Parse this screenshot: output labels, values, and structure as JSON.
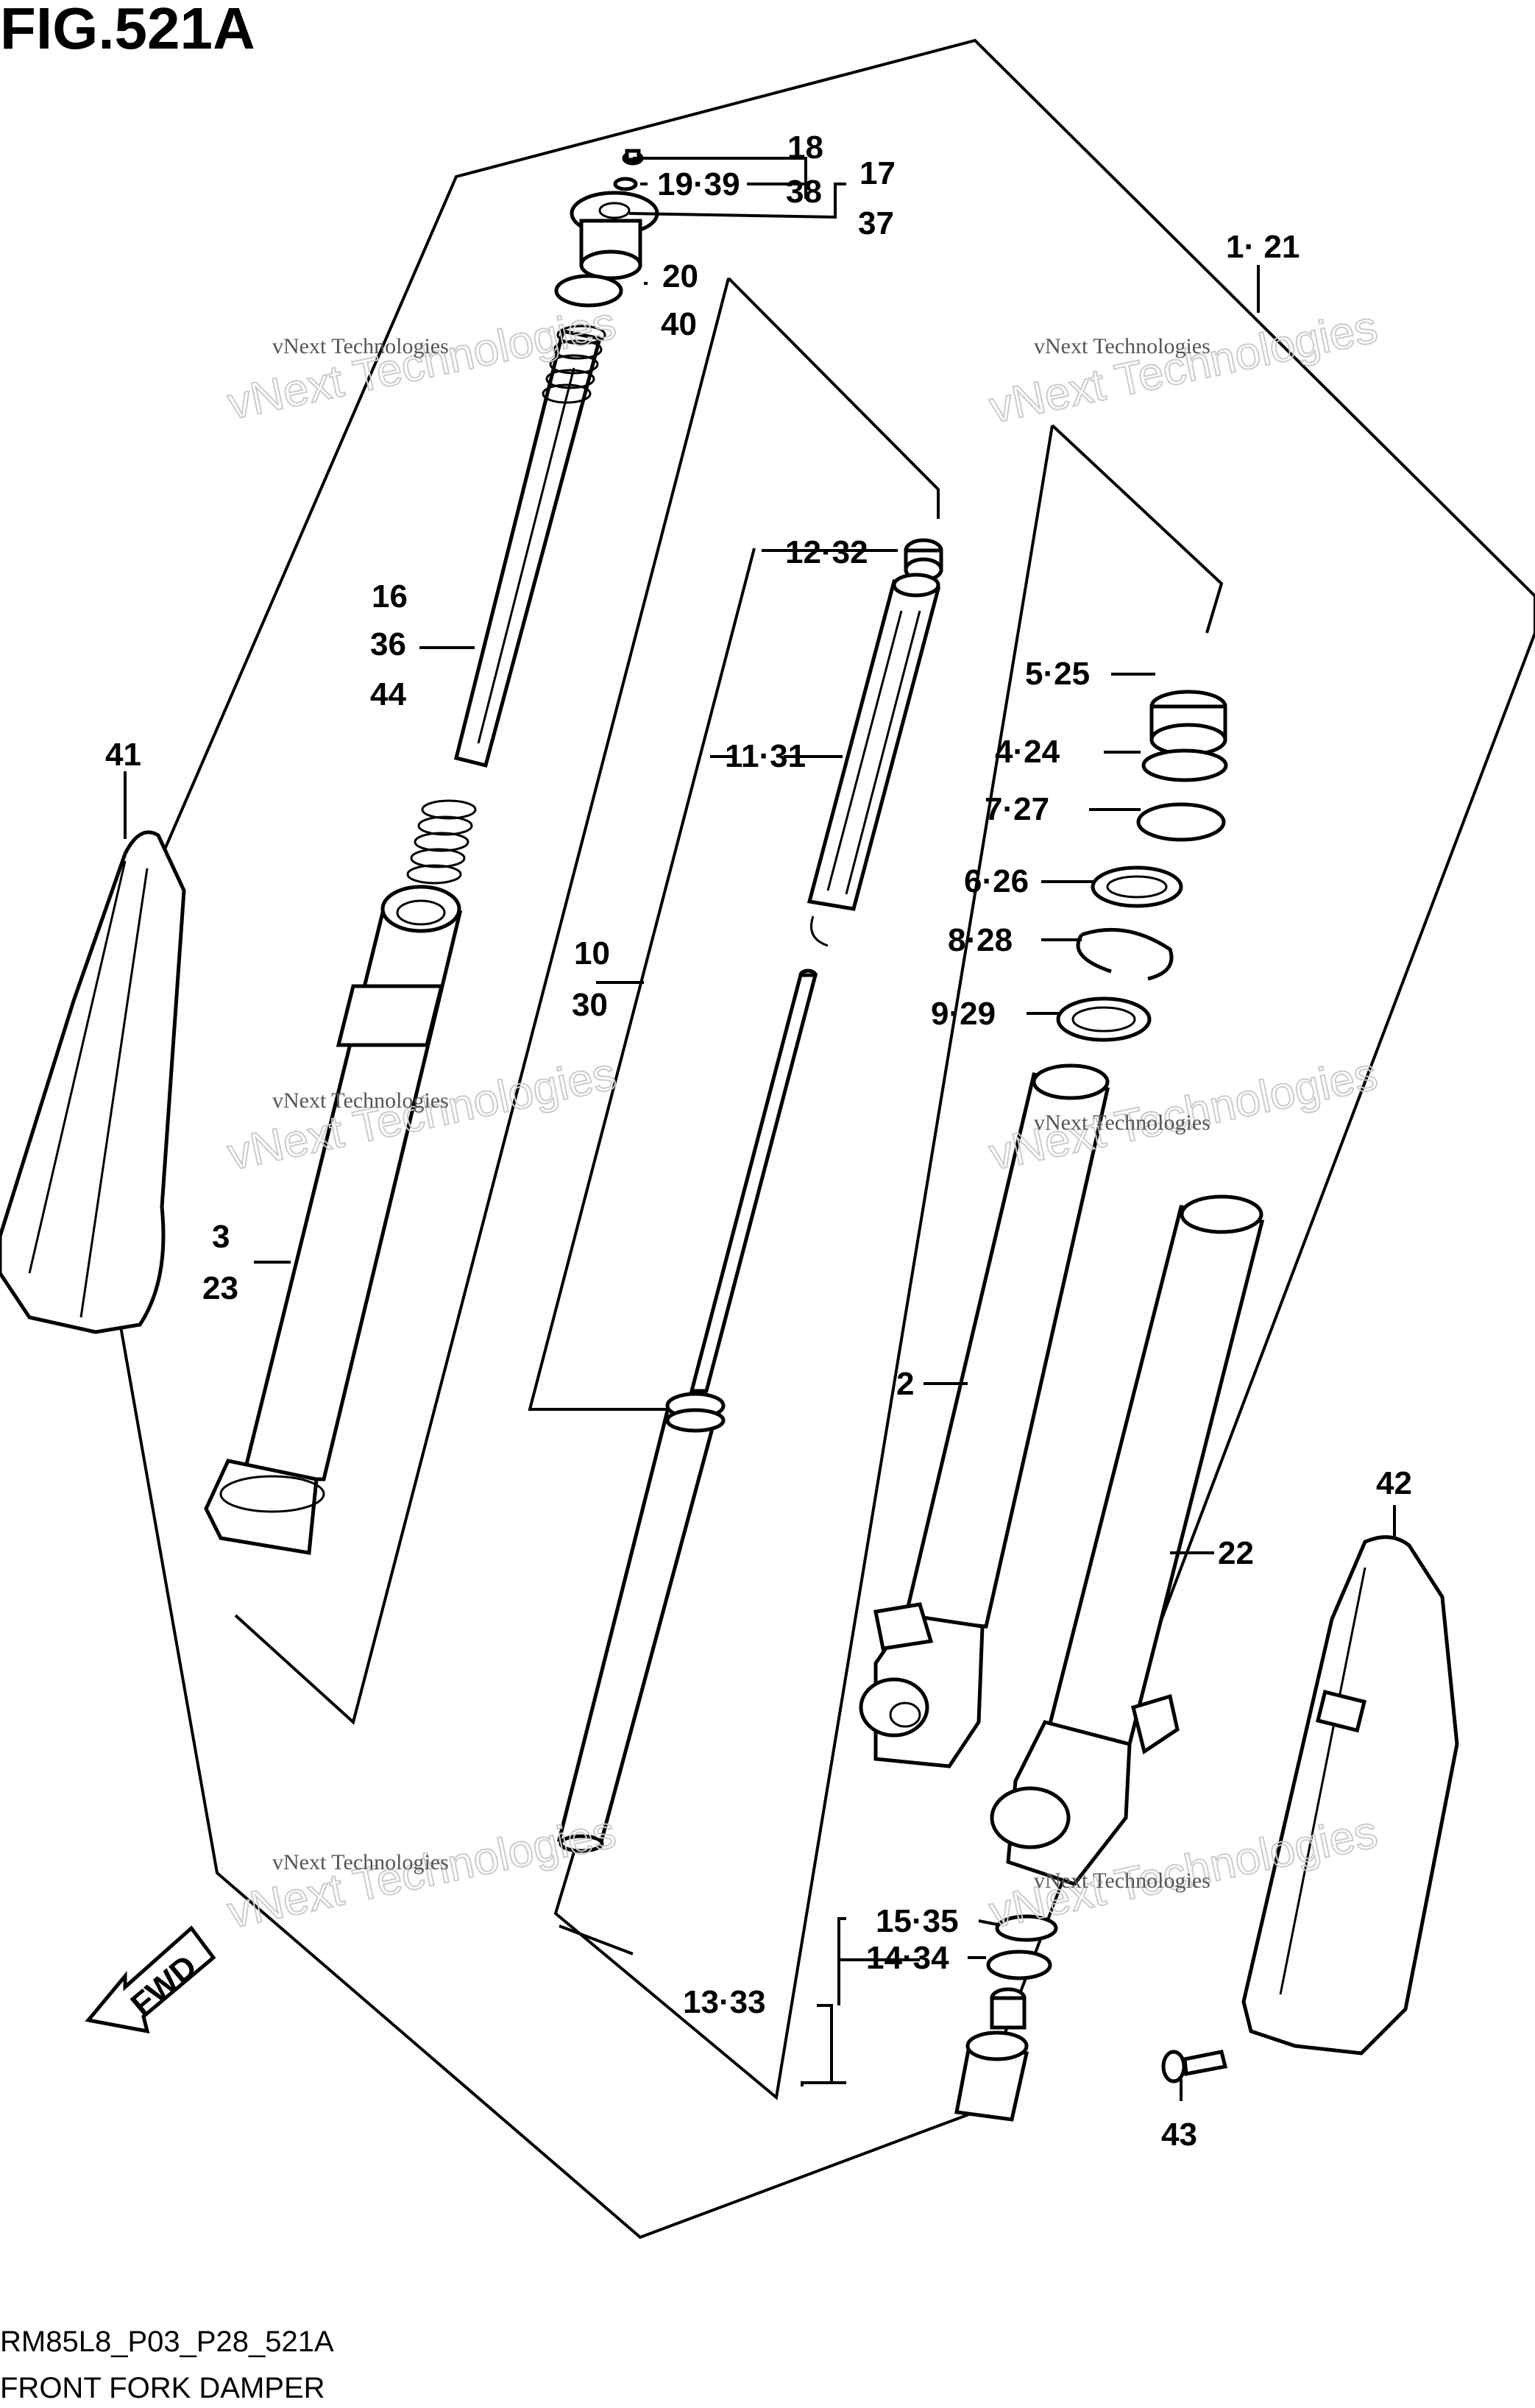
{
  "title": "FIG.521A",
  "footer": {
    "code": "RM85L8_P03_P28_521A",
    "name": "FRONT FORK DAMPER"
  },
  "watermark": {
    "line1": "vNext Technologies",
    "line2": "vNext Technologies"
  },
  "fwd_label": "FWD",
  "labels": {
    "l18": "18",
    "l19_39": "19·39",
    "l38": "38",
    "l17": "17",
    "l37": "37",
    "l20": "20",
    "l40": "40",
    "l1_21": "1· 21",
    "l16": "16",
    "l36": "36",
    "l44": "44",
    "l12_32": "12·32",
    "l5_25": "5·25",
    "l41": "41",
    "l11_31": "11·31",
    "l4_24": "4·24",
    "l7_27": "7·27",
    "l6_26": "6·26",
    "l8_28": "8·28",
    "l10": "10",
    "l30": "30",
    "l9_29": "9·29",
    "l3": "3",
    "l23": "23",
    "l2": "2",
    "l42": "42",
    "l22": "22",
    "l15_35": "15·35",
    "l14_34": "14·34",
    "l13_33": "13·33",
    "l43": "43"
  },
  "colors": {
    "ink": "#000000",
    "paper": "#ffffff",
    "watermark": "#cccccc"
  }
}
